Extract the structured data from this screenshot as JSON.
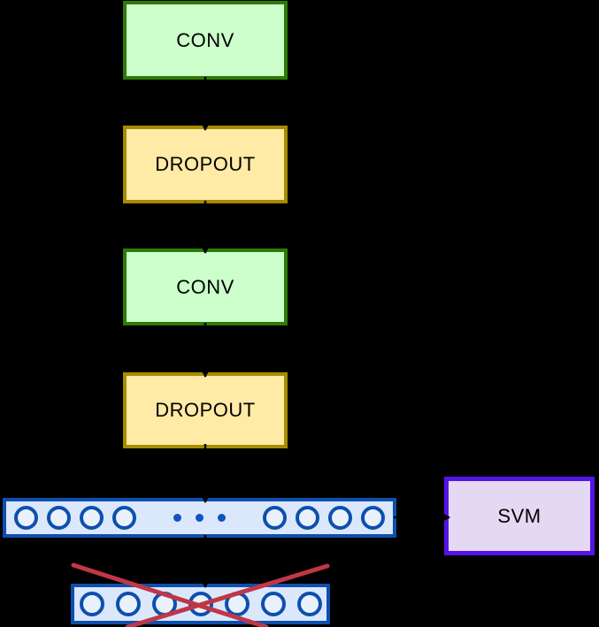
{
  "diagram": {
    "background_color": "#000000",
    "nodes": {
      "conv1": {
        "label": "CONV",
        "fill": "#ccffcc",
        "stroke": "#2e7a06"
      },
      "dropout1": {
        "label": "DROPOUT",
        "fill": "#ffeaa6",
        "stroke": "#a78c00"
      },
      "conv2": {
        "label": "CONV",
        "fill": "#ccffcc",
        "stroke": "#2e7a06"
      },
      "dropout2": {
        "label": "DROPOUT",
        "fill": "#ffeaa6",
        "stroke": "#a78c00"
      },
      "svm": {
        "label": "SVM",
        "fill": "#e5d8f2",
        "stroke": "#5514e6"
      }
    },
    "fc_layer": {
      "left_circles": 4,
      "ellipsis_dots": 3,
      "right_circles": 4,
      "fill": "#dbe8fb",
      "stroke": "#0d4fae"
    },
    "dropped_layer": {
      "circles": 7,
      "fill": "#dbe8fb",
      "stroke": "#0d4fae",
      "crossed_out": true,
      "cross_color": "#c03746"
    },
    "edges": [
      {
        "from": "conv1",
        "to": "dropout1"
      },
      {
        "from": "dropout1",
        "to": "conv2"
      },
      {
        "from": "conv2",
        "to": "dropout2"
      },
      {
        "from": "dropout2",
        "to": "fc_layer"
      },
      {
        "from": "fc_layer",
        "to": "dropped_layer"
      },
      {
        "from": "fc_layer",
        "to": "svm"
      }
    ],
    "arrow_color": "#000000"
  }
}
